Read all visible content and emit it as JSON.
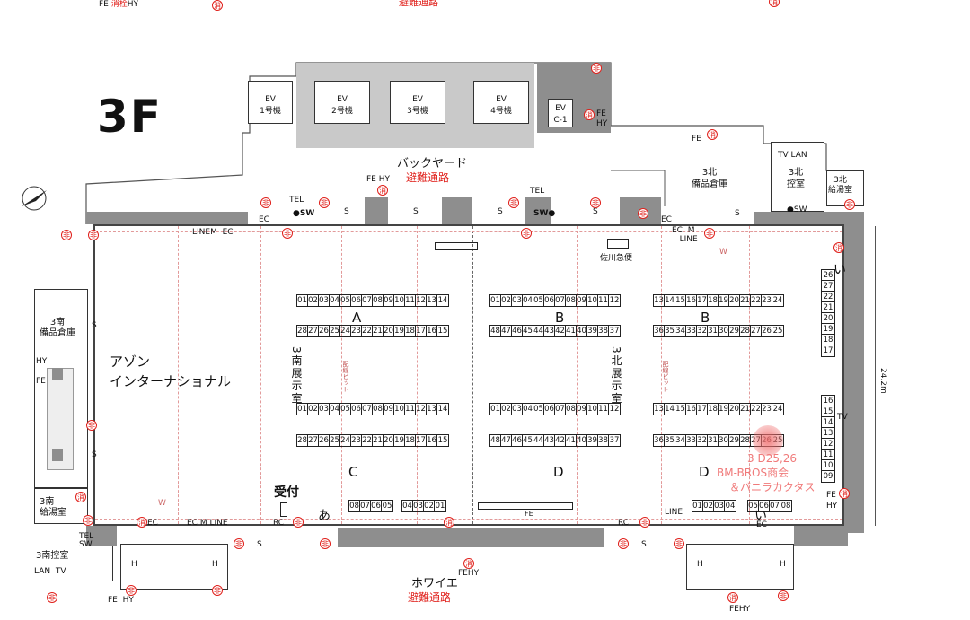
{
  "floor_title": "3F",
  "top_evac": "避難通路",
  "evac_backyard": "避難通路",
  "evac_bottom": "避難通路",
  "backyard": "バックヤード",
  "foyer": "ホワイエ",
  "elevators": [
    {
      "line1": "EV",
      "line2": "1号機"
    },
    {
      "line1": "EV",
      "line2": "2号機"
    },
    {
      "line1": "EV",
      "line2": "3号機"
    },
    {
      "line1": "EV",
      "line2": "4号機"
    },
    {
      "line1": "EV",
      "line2": "C-1"
    }
  ],
  "rooms": {
    "north_storage": "3北\n備品倉庫",
    "north_control": "3北\n控室",
    "north_kitchen": "3北\n給湯室",
    "south_storage": "3南\n備品倉庫",
    "south_kitchen": "3南\n給湯室",
    "south_control": "3南控室",
    "south_hall": "3南展示室",
    "north_hall": "3北展示室",
    "pit1": "配線ピット",
    "pit2": "配線ピット"
  },
  "exhibitor_name": "アゾン\nインターナショナル",
  "sagawa": "佐川急便",
  "reception": "受付",
  "hira_a": "あ",
  "hira_i_top": "い",
  "hira_i_bottom": "い",
  "width_dim": "24.2m",
  "highlight": {
    "line1": "3 D25,26",
    "line2": "BM-BROS商会",
    "line3": "＆バニラカクタス"
  },
  "block_letters": {
    "A": "A",
    "B1": "B",
    "B2": "B",
    "C": "C",
    "D1": "D",
    "D2": "D"
  },
  "booths": {
    "a_top": [
      "01",
      "02",
      "03",
      "04",
      "05",
      "06",
      "07",
      "08",
      "09",
      "10",
      "11",
      "12",
      "13",
      "14"
    ],
    "a_bottom": [
      "28",
      "27",
      "26",
      "25",
      "24",
      "23",
      "22",
      "21",
      "20",
      "19",
      "18",
      "17",
      "16",
      "15"
    ],
    "c_top": [
      "01",
      "02",
      "03",
      "04",
      "05",
      "06",
      "07",
      "08",
      "09",
      "10",
      "11",
      "12",
      "13",
      "14"
    ],
    "c_bottom": [
      "28",
      "27",
      "26",
      "25",
      "24",
      "23",
      "22",
      "21",
      "20",
      "19",
      "18",
      "17",
      "16",
      "15"
    ],
    "b_top": [
      "01",
      "02",
      "03",
      "04",
      "05",
      "06",
      "07",
      "08",
      "09",
      "10",
      "11",
      "12"
    ],
    "b_bottom": [
      "48",
      "47",
      "46",
      "45",
      "44",
      "43",
      "42",
      "41",
      "40",
      "39",
      "38",
      "37"
    ],
    "d_top": [
      "01",
      "02",
      "03",
      "04",
      "05",
      "06",
      "07",
      "08",
      "09",
      "10",
      "11",
      "12"
    ],
    "d_bottom": [
      "48",
      "47",
      "46",
      "45",
      "44",
      "43",
      "42",
      "41",
      "40",
      "39",
      "38",
      "37"
    ],
    "b2_top": [
      "13",
      "14",
      "15",
      "16",
      "17",
      "18",
      "19",
      "20",
      "21",
      "22",
      "23",
      "24"
    ],
    "b2_bottom": [
      "36",
      "35",
      "34",
      "33",
      "32",
      "31",
      "30",
      "29",
      "28",
      "27",
      "26",
      "25"
    ],
    "d2_top": [
      "13",
      "14",
      "15",
      "16",
      "17",
      "18",
      "19",
      "20",
      "21",
      "22",
      "23",
      "24"
    ],
    "d2_bottom": [
      "36",
      "35",
      "34",
      "33",
      "32",
      "31",
      "30",
      "29",
      "28",
      "27",
      "26",
      "25"
    ],
    "c_front_a": [
      "08",
      "07",
      "06",
      "05"
    ],
    "c_front_b": [
      "04",
      "03",
      "02",
      "01"
    ],
    "d_front_a": [
      "01",
      "02",
      "03",
      "04"
    ],
    "d_front_b": [
      "05",
      "06",
      "07",
      "08"
    ],
    "right_top": [
      "26",
      "27",
      "22",
      "21",
      "20",
      "19",
      "18",
      "17"
    ],
    "right_bottom": [
      "16",
      "15",
      "14",
      "13",
      "12",
      "11",
      "10",
      "09"
    ]
  },
  "markers": {
    "fe": "FE",
    "hy": "HY",
    "fehy": "FEHY",
    "ec": "EC",
    "sw": "SW",
    "tel": "TEL",
    "tv": "TV",
    "lan": "LAN",
    "line": "LINE",
    "linem": "LINEM",
    "m": "M",
    "s": "S",
    "rc": "RC",
    "w": "W",
    "h": "H",
    "ecmline": "EC M LINE",
    "kesu": "消",
    "sen": "栓",
    "hi": "非"
  },
  "colors": {
    "accent_red": "#e0201b",
    "wall": "#8e8e8e",
    "highlight": "#f07a7a"
  }
}
